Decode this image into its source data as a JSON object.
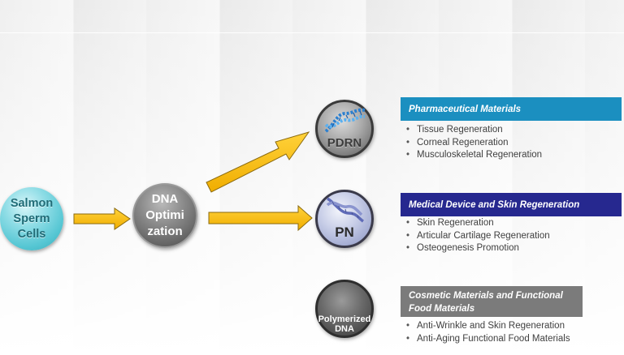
{
  "source": {
    "label": "Salmon\nSperm\nCells"
  },
  "process": {
    "label": "DNA\nOptimi\nzation"
  },
  "products": [
    {
      "label": "PDRN"
    },
    {
      "label": "PN"
    },
    {
      "label": "Polymerized\nDNA"
    }
  ],
  "categories": [
    {
      "title": "Pharmaceutical Materials",
      "color": "#1b8fc0",
      "items": [
        "Tissue Regeneration",
        "Corneal Regeneration",
        "Musculoskeletal Regeneration"
      ]
    },
    {
      "title": "Medical Device and  Skin Regeneration",
      "color": "#26288f",
      "items": [
        "Skin Regeneration",
        "Articular Cartilage Regeneration",
        "Osteogenesis Promotion"
      ]
    },
    {
      "title": "Cosmetic Materials and Functional Food Materials",
      "color": "#7b7b7b",
      "items": [
        "Anti-Wrinkle and Skin Regeneration",
        "Anti-Aging Functional Food Materials"
      ]
    }
  ],
  "colors": {
    "arrow_fill": "#f5bb10",
    "arrow_stroke": "#8a6a10",
    "source_circle": "#55c6d3",
    "process_circle": "#7a7a7a"
  },
  "icons": [
    "dna-helix-icon",
    "dna-helix-icon"
  ]
}
